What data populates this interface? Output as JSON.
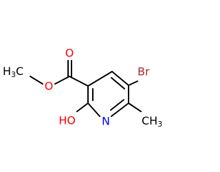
{
  "molecule": {
    "atoms": {
      "oxygen_carbonyl": "O",
      "oxygen_ester": "O",
      "methyl_ester": "H",
      "methyl_ester_c": "C",
      "methyl_ester_sub": "3",
      "bromine": "Br",
      "hydroxyl": "HO",
      "nitrogen": "N",
      "methyl_ring": "CH",
      "methyl_ring_sub": "3"
    },
    "colors": {
      "carbon_bond": "#000000",
      "oxygen": "#ff0000",
      "nitrogen": "#0000ff",
      "bromine": "#a52a2a",
      "methyl_label": "#000000"
    }
  }
}
